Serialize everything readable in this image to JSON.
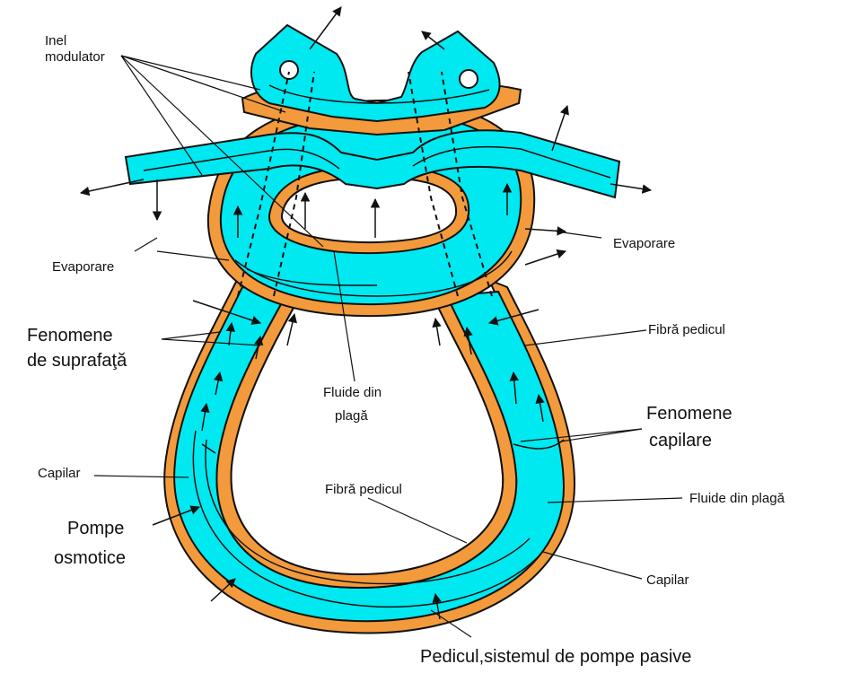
{
  "labels": {
    "inel_1": "Inel",
    "inel_2": "modulator",
    "evaporare_left": "Evaporare",
    "evaporare_right": "Evaporare",
    "fenomene_suprafata_1": "Fenomene",
    "fenomene_suprafata_2": "de suprafaţă",
    "fluide_din_plaga_center_1": "Fluide din",
    "fluide_din_plaga_center_2": "plagă",
    "fibra_pedicul_right": "Fibră pedicul",
    "fenomene_capilare_1": "Fenomene",
    "fenomene_capilare_2": "capilare",
    "capilar_left": "Capilar",
    "fibra_pedicul_inner": "Fibră pedicul",
    "fluide_din_plaga_right": "Fluide din plagă",
    "pompe_osmotice_1": "Pompe",
    "pompe_osmotice_2": "osmotice",
    "capilar_right": "Capilar",
    "pedicul_bottom": "Pedicul,sistemul de pompe pasive"
  },
  "colors": {
    "capillary": "#00e8f0",
    "fiber": "#f39a3c",
    "outline": "#111111"
  }
}
